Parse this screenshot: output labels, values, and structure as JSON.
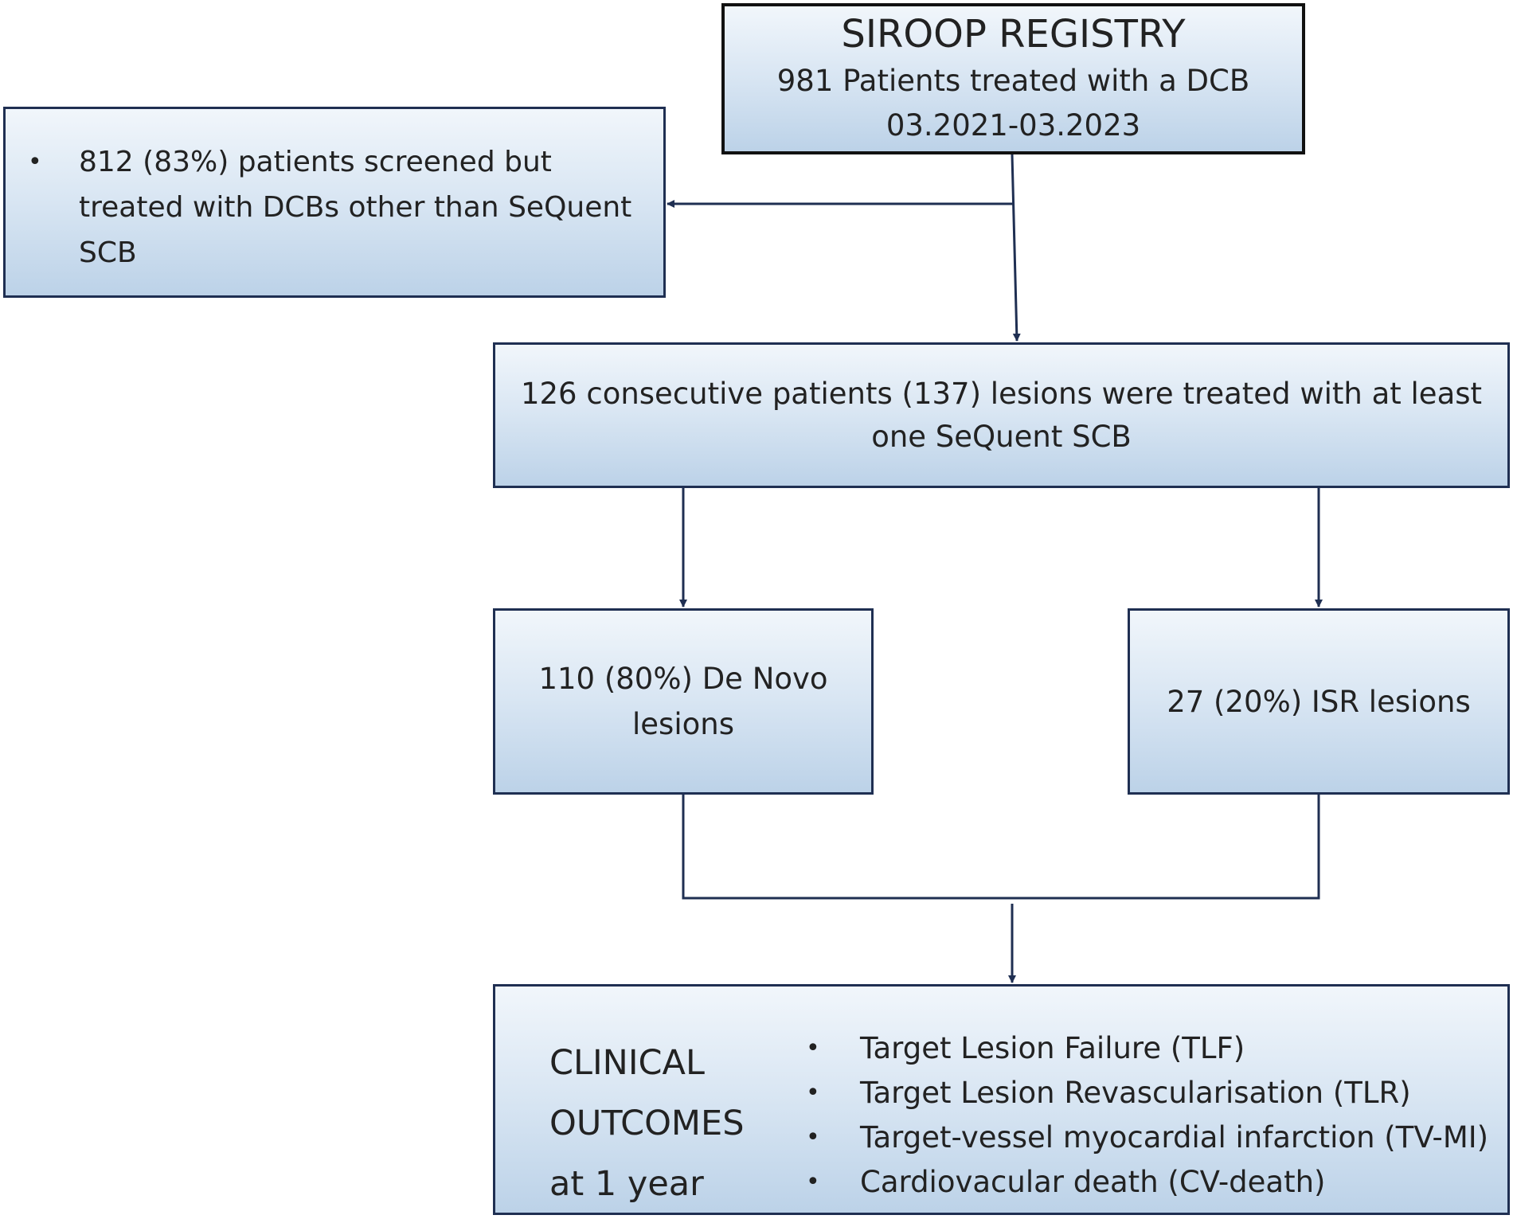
{
  "registry": {
    "title": "SIROOP REGISTRY",
    "line2": "981 Patients treated with a DCB",
    "line3": "03.2021-03.2023"
  },
  "excluded": {
    "items": [
      "812 (83%) patients screened but treated with DCBs other than SeQuent SCB"
    ]
  },
  "consecutive": {
    "text": "126 consecutive patients (137) lesions were treated with at least one SeQuent SCB"
  },
  "denovo": {
    "text": "110 (80%) De Novo lesions"
  },
  "isr": {
    "text": "27 (20%) ISR lesions"
  },
  "outcomes": {
    "title_line1": "CLINICAL",
    "title_line2": "OUTCOMES",
    "title_line3": "at 1 year",
    "items": [
      "Target Lesion Failure (TLF)",
      "Target Lesion Revascularisation (TLR)",
      "Target-vessel myocardial infarction (TV-MI)",
      "Cardiovacular death (CV-death)"
    ]
  },
  "bullet_char": "•",
  "colors": {
    "box_border": "#1f2f52",
    "registry_border": "#111111",
    "connector": "#1f2f52",
    "box_fill_top": "#f1f6fb",
    "box_fill_bottom": "#bcd2e8"
  }
}
